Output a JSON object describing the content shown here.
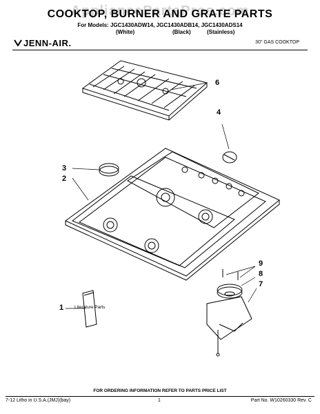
{
  "watermark": "AppliancePartsPros.com",
  "header": {
    "title": "COOKTOP, BURNER AND GRATE PARTS",
    "models_line": "For Models: JGC1430ADW14, JGC1430ADB14, JGC1430ADS14",
    "variants": [
      "(White)",
      "(Black)",
      "(Stainless)"
    ],
    "brand": "JENN-AIR.",
    "product_label": "30\" GAS COOKTOP"
  },
  "callouts": [
    "1",
    "2",
    "3",
    "4",
    "6",
    "7",
    "8",
    "9"
  ],
  "literature_label": "Literature Parts",
  "footer": {
    "ordering_info": "FOR ORDERING INFORMATION REFER TO PARTS PRICE LIST",
    "print_info": "7-12 Litho in U.S.A.(JMJ)(bay)",
    "page_number": "1",
    "part_number": "Part No. W10260330 Rev. C"
  }
}
